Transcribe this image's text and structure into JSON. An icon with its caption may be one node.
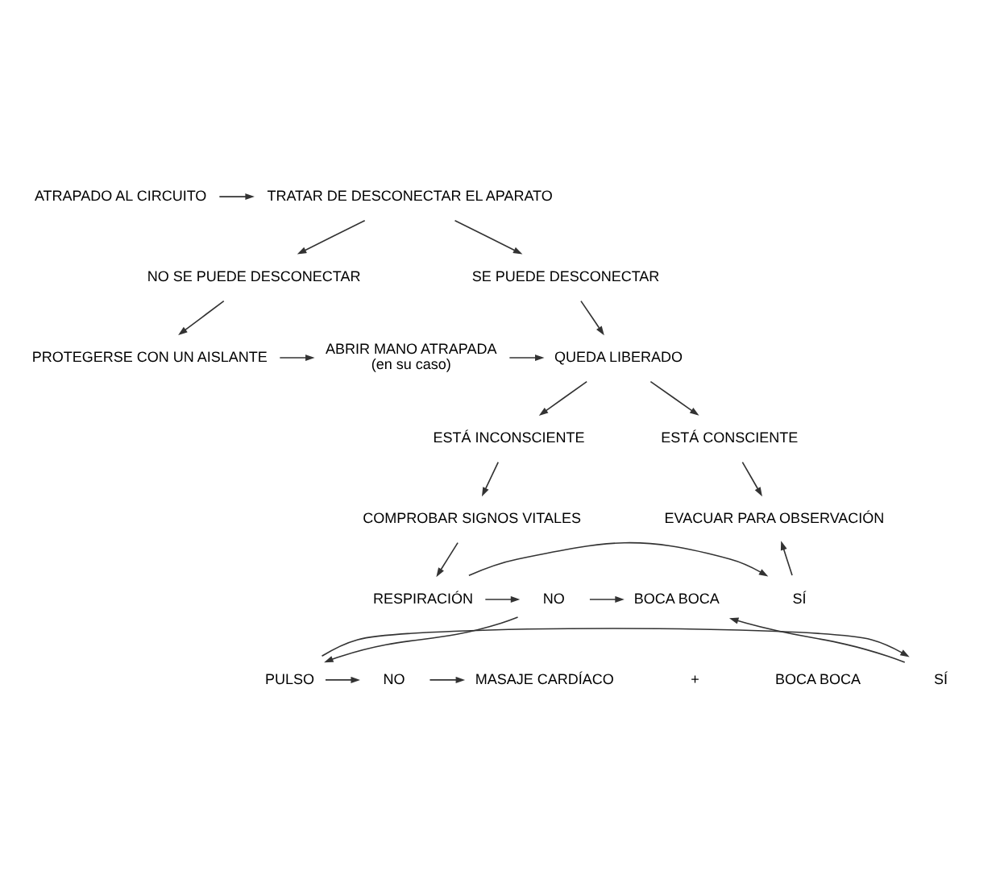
{
  "diagram": {
    "nodes": [
      {
        "text": [
          "ATRAPADO AL CIRCUITO"
        ]
      },
      {
        "text": [
          "TRATAR DE DESCONECTAR EL APARATO"
        ]
      },
      {
        "text": [
          "NO SE PUEDE DESCONECTAR"
        ]
      },
      {
        "text": [
          "SE PUEDE DESCONECTAR"
        ]
      },
      {
        "text": [
          "PROTEGERSE CON UN AISLANTE"
        ]
      },
      {
        "text": [
          "ABRIR MANO ATRAPADA",
          "(en su caso)"
        ]
      },
      {
        "text": [
          "QUEDA LIBERADO"
        ]
      },
      {
        "text": [
          "ESTÁ INCONSCIENTE"
        ]
      },
      {
        "text": [
          "ESTÁ CONSCIENTE"
        ]
      },
      {
        "text": [
          "COMPROBAR SIGNOS VITALES"
        ]
      },
      {
        "text": [
          "EVACUAR PARA OBSERVACIÓN"
        ]
      },
      {
        "text": [
          "RESPIRACIÓN"
        ]
      },
      {
        "text": [
          "SÍ"
        ]
      },
      {
        "text": [
          "NO"
        ]
      },
      {
        "text": [
          "BOCA BOCA"
        ]
      },
      {
        "text": [
          "PULSO"
        ]
      },
      {
        "text": [
          "SÍ"
        ]
      },
      {
        "text": [
          "NO"
        ]
      },
      {
        "text": [
          "MASAJE CARDÍACO"
        ]
      }
    ],
    "edges": [
      {
        "from": 0,
        "to": 1,
        "arrow": "to"
      },
      {
        "from": 1,
        "to": 2,
        "arrow": "to"
      },
      {
        "from": 1,
        "to": 3,
        "arrow": "to"
      },
      {
        "from": 2,
        "to": 4,
        "arrow": "to"
      },
      {
        "from": 3,
        "to": 6,
        "arrow": "to"
      },
      {
        "from": 4,
        "to": 5,
        "arrow": "to"
      },
      {
        "from": 5,
        "to": 6,
        "arrow": "to"
      },
      {
        "from": 6,
        "to": 7,
        "arrow": "to"
      },
      {
        "from": 6,
        "to": 8,
        "arrow": "to"
      },
      {
        "from": 7,
        "to": 9,
        "arrow": "to"
      },
      {
        "from": 8,
        "to": 10,
        "arrow": "to"
      },
      {
        "from": 9,
        "to": 11,
        "arrow": "to"
      },
      {
        "from": 11,
        "to": 12,
        "arrow": "to"
      },
      {
        "from": 11,
        "to": 13,
        "arrow": "to"
      },
      {
        "from": 12,
        "to": 10,
        "arrow": "to"
      },
      {
        "from": 13,
        "to": 14,
        "arrow": "to"
      },
      {
        "from": 13,
        "to": 15,
        "arrow": "to"
      },
      {
        "from": 15,
        "to": 16,
        "arrow": "to"
      },
      {
        "from": 15,
        "to": 17,
        "arrow": "to"
      },
      {
        "from": 16,
        "to": 14,
        "arrow": "to"
      },
      {
        "from": 17,
        "to": 18,
        "arrow": "to"
      }
    ],
    "labels": [
      "+",
      "BOCA BOCA"
    ]
  }
}
